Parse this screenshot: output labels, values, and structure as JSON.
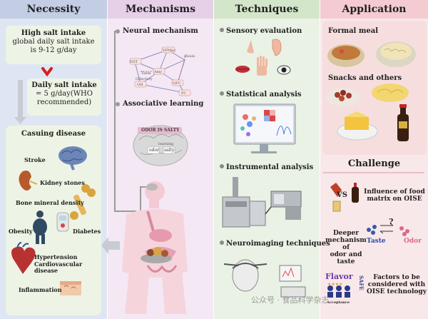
{
  "headers": {
    "necessity": "Necessity",
    "mechanisms": "Mechanisms",
    "techniques": "Techniques",
    "application": "Application"
  },
  "necessity": {
    "high_title": "High salt intake",
    "high_line1": "global daily salt intake",
    "high_line2": "is 9-12 g/day",
    "daily_title": "Daily salt intake",
    "daily_line1": "= 5 g/day(WHO",
    "daily_line2": "recommended)",
    "disease_title": "Casuing disease",
    "diseases": {
      "stroke": "Stroke",
      "kidney": "Kidney stones",
      "bone": "Bone mineral density",
      "obesity": "Obesity",
      "diabetes": "Diabetes",
      "hypertension": "Hypertension",
      "cardio": "Cardiovascular disease",
      "inflammation": "Inflammation"
    }
  },
  "mechanisms": {
    "neural": "Neural mechanism",
    "associative": "Associative learning",
    "nodes": {
      "nst": "NST",
      "vpmpc": "VPMpc",
      "amy": "Amy",
      "ofc": "OFC",
      "taste": "Taste",
      "olfactory": "Olfactory",
      "oh": "OH",
      "pc": "PC",
      "insula": "insula"
    },
    "brain_text": "ODOR IS SALTY",
    "brain_sub": "learning",
    "odor": "odor",
    "salty": "salty"
  },
  "techniques": {
    "sensory": "Sensory evaluation",
    "statistical": "Statistical analysis",
    "instrumental": "Instrumental analysis",
    "neuroimaging": "Neuroimaging techniques"
  },
  "application": {
    "formal": "Formal meal",
    "snacks": "Snacks and others",
    "challenge_title": "Challenge",
    "vs": "VS",
    "influence1": "Influence of food",
    "influence2": "matrix on OISE",
    "deeper1": "Deeper",
    "deeper2": "mechanism of",
    "deeper3": "odor and taste",
    "taste": "Taste",
    "odor": "Odor",
    "q": "?",
    "flavor": "Flavor",
    "safe": "SAFE",
    "accept": "Acceptance",
    "factors1": "Factors to be",
    "factors2": "considered with",
    "factors3": "OISE technology"
  },
  "watermark": "公众号 · 食品科学杂志"
}
